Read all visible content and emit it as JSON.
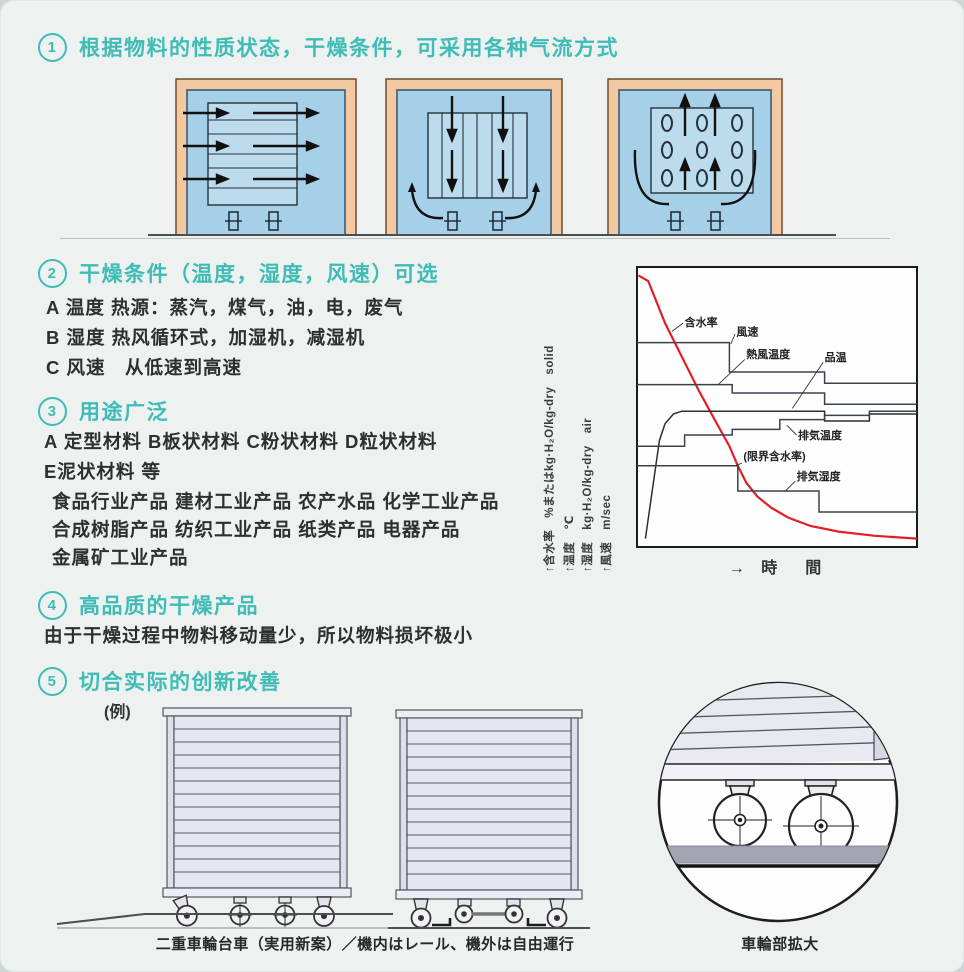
{
  "colors": {
    "accent_teal": "#3fbcb5",
    "moisture_curve_red": "#e02026",
    "chamber_frame_peach": "#f3c9a2",
    "chamber_interior_blue": "#a5d0e8",
    "rail_gray": "#a3a3b2"
  },
  "sections": [
    {
      "num": "1",
      "title": "根据物料的性质状态，干燥条件，可采用各种气流方式"
    },
    {
      "num": "2",
      "title": "干燥条件（温度，湿度，风速）可选",
      "items": [
        "A 温度 热源：蒸汽，煤气，油，电，废气",
        "B 湿度 热风循环式，加湿机，减湿机",
        "C 风速　从低速到高速"
      ]
    },
    {
      "num": "3",
      "title": "用途广泛",
      "items": [
        "A 定型材料  B板状材料  C粉状材料  D粒状材料",
        "E泥状材料 等",
        "食品行业产品 建材工业产品 农产水品 化学工业产品",
        "合成树脂产品 纺织工业产品 纸类产品 电器产品",
        "金属矿工业产品"
      ]
    },
    {
      "num": "4",
      "title": "高品质的干燥产品",
      "items": [
        "由于干燥过程中物料移动量少，所以物料损坏极小"
      ]
    },
    {
      "num": "5",
      "title": "切合实际的创新改善"
    }
  ],
  "chart_data": {
    "type": "line",
    "title": "",
    "xlabel": "→ 時　間",
    "ylabel": "",
    "grid": false,
    "legend": "labels drawn inside plot with leader lines",
    "points_unit": "percent of plot area, y measured downward from top edge",
    "y_axis_labels": [
      "↑含水率　%またはkg·H₂O/kg-dry　solid",
      "↑温度　℃",
      "↑湿度　kg·H₂O/kg-dry　air",
      "↑風速　m/sec"
    ],
    "series": [
      {
        "name": "含水率",
        "color": "#e02026",
        "stroke_width": 2.2,
        "points": [
          [
            0.5,
            3
          ],
          [
            4,
            5
          ],
          [
            10,
            20
          ],
          [
            16,
            32
          ],
          [
            22,
            44
          ],
          [
            28,
            55
          ],
          [
            33,
            64
          ],
          [
            36,
            71
          ],
          [
            39,
            77
          ],
          [
            43,
            82
          ],
          [
            48,
            86
          ],
          [
            54,
            89.5
          ],
          [
            62,
            92.5
          ],
          [
            72,
            94.5
          ],
          [
            85,
            96
          ],
          [
            100,
            97
          ]
        ]
      },
      {
        "name": "風速",
        "color": "#3a4250",
        "stroke_width": 1.5,
        "points": [
          [
            0,
            27
          ],
          [
            33,
            27
          ],
          [
            33,
            37.5
          ],
          [
            67,
            37.5
          ],
          [
            67,
            41.5
          ],
          [
            100,
            41.5
          ]
        ]
      },
      {
        "name": "熱風温度",
        "color": "#3a4250",
        "stroke_width": 1.5,
        "points": [
          [
            0,
            42
          ],
          [
            34,
            42
          ],
          [
            34,
            45
          ],
          [
            67,
            45
          ],
          [
            67,
            49
          ],
          [
            100,
            49
          ]
        ]
      },
      {
        "name": "品温",
        "color": "#2f2f2f",
        "stroke_width": 1.5,
        "points": [
          [
            3,
            97
          ],
          [
            8,
            62
          ],
          [
            10,
            56
          ],
          [
            13,
            52.5
          ],
          [
            16,
            51.5
          ],
          [
            67,
            51.5
          ],
          [
            67,
            55
          ],
          [
            83,
            55
          ],
          [
            83,
            52.5
          ],
          [
            100,
            52.5
          ]
        ]
      },
      {
        "name": "排気温度",
        "color": "#3a4250",
        "stroke_width": 1.5,
        "points": [
          [
            0,
            64
          ],
          [
            17,
            64
          ],
          [
            17,
            60
          ],
          [
            34,
            60
          ],
          [
            34,
            58
          ],
          [
            51,
            58
          ],
          [
            51,
            54.5
          ],
          [
            67,
            54.5
          ],
          [
            67,
            53
          ],
          [
            83,
            53
          ],
          [
            83,
            51.5
          ],
          [
            100,
            51.5
          ]
        ]
      },
      {
        "name": "排気湿度",
        "color": "#3a4250",
        "stroke_width": 1.5,
        "points": [
          [
            0,
            71
          ],
          [
            36,
            71
          ],
          [
            36,
            80
          ],
          [
            65,
            80
          ],
          [
            65,
            87.5
          ],
          [
            100,
            87.5
          ]
        ]
      }
    ],
    "annotations": [
      {
        "text": "含水率",
        "x": 17,
        "y": 21,
        "leader": [
          16.5,
          20,
          12.5,
          23
        ]
      },
      {
        "text": "風速",
        "x": 35.5,
        "y": 24.5,
        "leader": [
          35,
          24,
          33.5,
          27.5
        ]
      },
      {
        "text": "熱風温度",
        "x": 39,
        "y": 32.5,
        "leader": [
          38.5,
          33,
          29,
          42
        ]
      },
      {
        "text": "品温",
        "x": 67,
        "y": 33.5,
        "leader": [
          66.5,
          34,
          55.5,
          50.5
        ]
      },
      {
        "text": "排気温度",
        "x": 57.5,
        "y": 61.5,
        "leader": [
          57,
          60,
          53.5,
          56.5
        ]
      },
      {
        "text": "(限界含水率)",
        "x": 38,
        "y": 69,
        "leader": [
          37.5,
          70,
          35.2,
          71
        ]
      },
      {
        "text": "排気湿度",
        "x": 57,
        "y": 76,
        "leader": [
          56.5,
          76.5,
          53,
          80
        ]
      }
    ]
  },
  "bottom": {
    "example_label": "(例)",
    "caption_left": "二重車輪台車（実用新案）／機内はレール、機外は自由運行",
    "caption_right": "車輪部拡大"
  }
}
